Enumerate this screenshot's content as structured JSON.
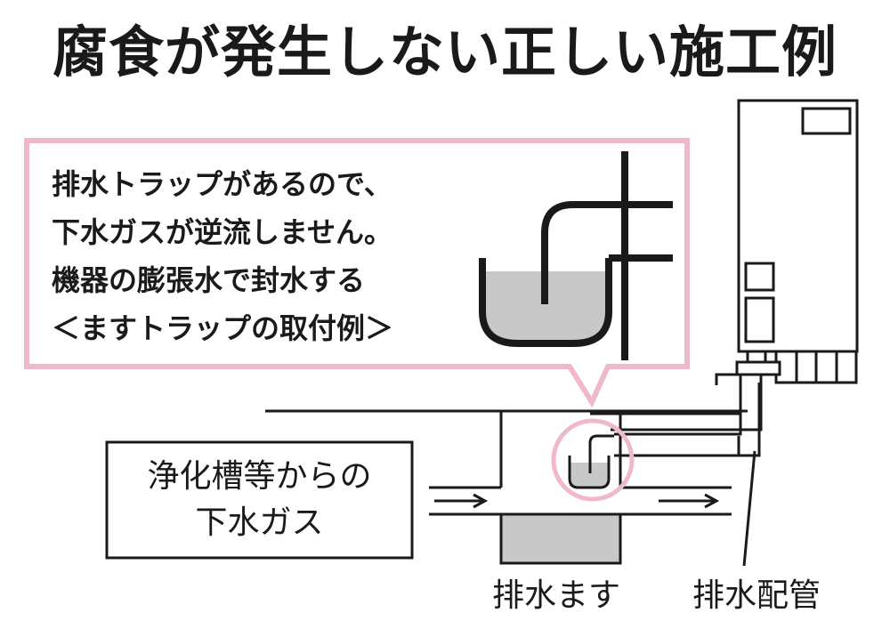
{
  "title": "腐食が発生しない正しい施工例",
  "callout": {
    "lines": [
      "排水トラップがあるので、",
      "下水ガスが逆流しません。",
      "機器の膨張水で封水する",
      "＜ますトラップの取付例＞"
    ]
  },
  "labels": {
    "gas_line1": "浄化槽等からの",
    "gas_line2": "下水ガス",
    "drain_basin": "排水ます",
    "drain_pipe": "排水配管"
  },
  "colors": {
    "outline": "#1a1a1a",
    "callout_border": "#f0b8cc",
    "water": "#c8c8c8",
    "basin_fill": "#c8c8c8"
  }
}
